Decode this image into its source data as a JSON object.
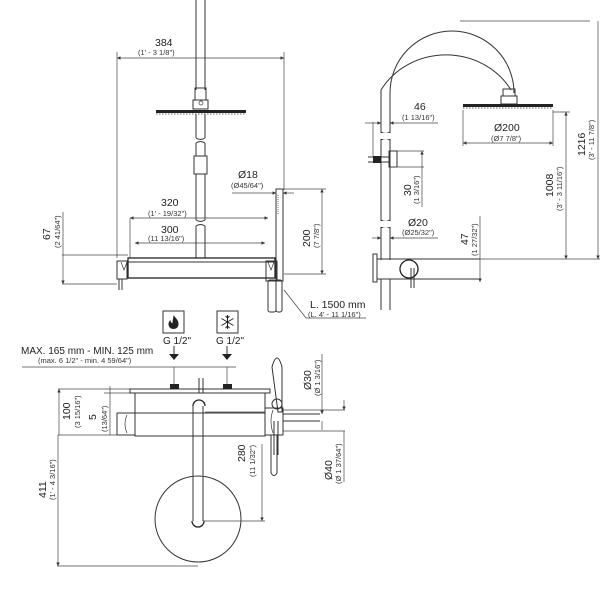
{
  "drawing": {
    "title": "Shower column technical drawing",
    "front_view": {
      "width_overall": {
        "mm": "384",
        "imperial": "(1' - 3 1/8\")"
      },
      "bar_width": {
        "mm": "320",
        "imperial": "(1' - 19/32\")"
      },
      "bar_inner_width": {
        "mm": "300",
        "imperial": "(11 13/16\")"
      },
      "handshower_diameter": {
        "mm": "Ø18",
        "imperial": "(Ø45/64\")"
      },
      "handshower_height": {
        "mm": "200",
        "imperial": "(7 7/8\")"
      },
      "mixer_height": {
        "mm": "67",
        "imperial": "(2 41/64\")"
      },
      "hose_length": {
        "mm": "L. 1500 mm",
        "imperial": "(L. 4' - 11 1/16\")"
      }
    },
    "side_view": {
      "arm_offset": {
        "mm": "46",
        "imperial": "(1 13/16\")"
      },
      "head_diameter": {
        "mm": "Ø200",
        "imperial": "(Ø7 7/8\")"
      },
      "holder_height": {
        "mm": "30",
        "imperial": "(1 3/16\")"
      },
      "pipe_diameter": {
        "mm": "Ø20",
        "imperial": "(Ø25/32\")"
      },
      "valve_height": {
        "mm": "47",
        "imperial": "(1 27/32\")"
      },
      "column_height": {
        "mm": "1008",
        "imperial": "(3' - 3 11/16\")"
      },
      "total_height": {
        "mm": "1216",
        "imperial": "(3' - 11 7/8\")"
      }
    },
    "top_view": {
      "inlet_range": {
        "mm": "MAX. 165 mm - MIN. 125 mm",
        "imperial": "(max. 6 1/2\" - min. 4 59/64\")"
      },
      "hot_inlet": {
        "icon": "flame-icon",
        "label": "G 1/2\""
      },
      "cold_inlet": {
        "icon": "snowflake-icon",
        "label": "G 1/2\""
      },
      "depth": {
        "mm": "100",
        "imperial": "(3 15/16\")"
      },
      "offset": {
        "mm": "5",
        "imperial": "(13/64\")"
      },
      "total_depth": {
        "mm": "411",
        "imperial": "(1' - 4 3/16\")"
      },
      "arm_reach": {
        "mm": "280",
        "imperial": "(11 1/32\")"
      },
      "handle_diameter": {
        "mm": "Ø30",
        "imperial": "(Ø 1 3/16\")"
      },
      "knob_diameter": {
        "mm": "Ø40",
        "imperial": "(Ø 1 37/64\")"
      }
    }
  }
}
